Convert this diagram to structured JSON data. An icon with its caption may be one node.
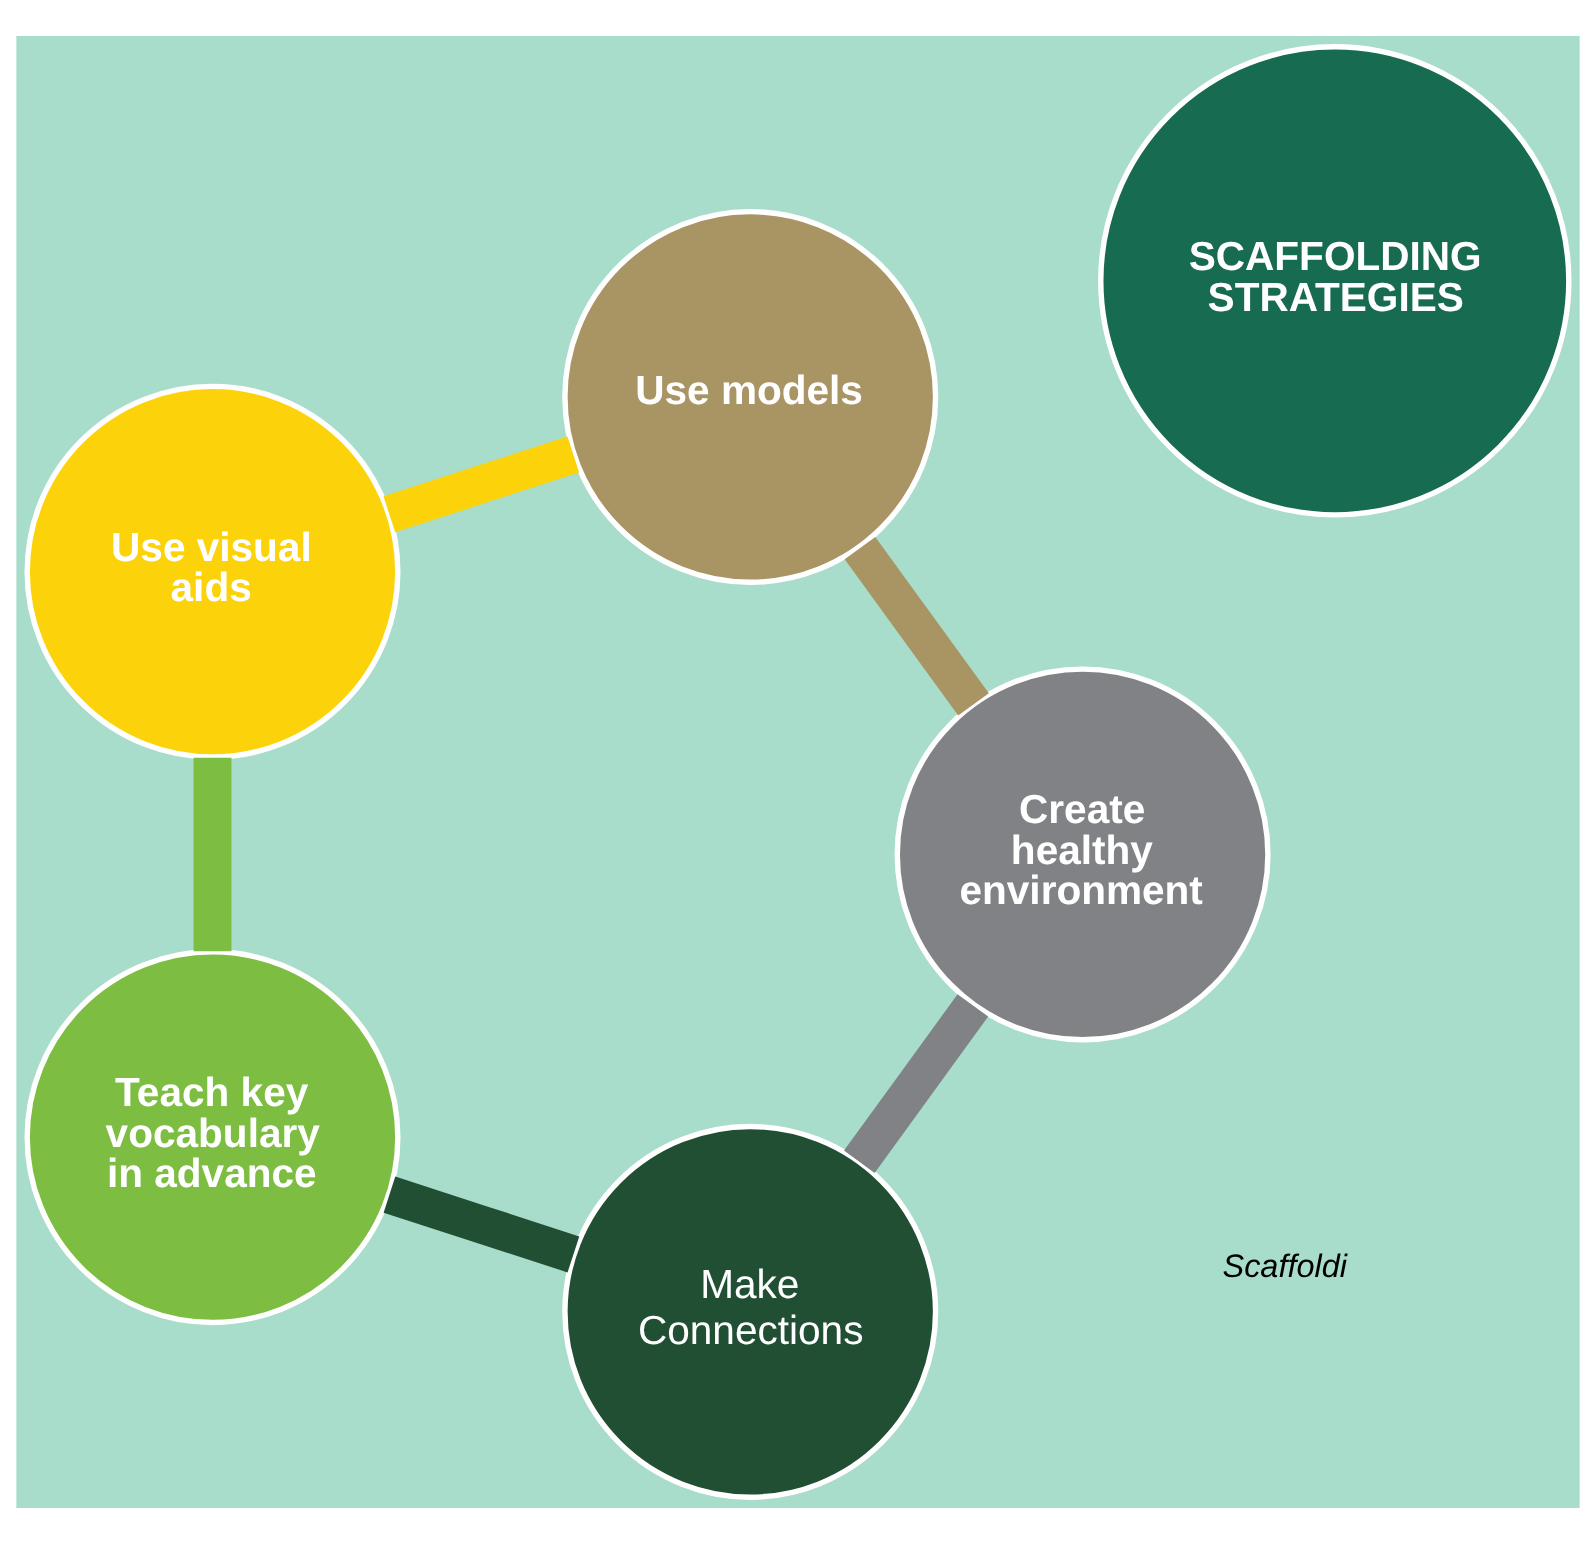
{
  "diagram": {
    "nodes": [
      {
        "text": [
          "SCAFFOLDING STRATEGIES"
        ]
      },
      {
        "text": [
          "Make Connections"
        ]
      },
      {
        "text": [
          "Teach key vocabulary in advance"
        ]
      },
      {
        "text": [
          "Use visual aids"
        ]
      },
      {
        "text": [
          "Use models"
        ]
      },
      {
        "text": [
          "Create healthy environment"
        ]
      }
    ],
    "edges": [
      {
        "from": 1,
        "to": 2,
        "arrow": "none",
        "color": "#214f33"
      },
      {
        "from": 2,
        "to": 3,
        "arrow": "none",
        "color": "#7cbd42"
      },
      {
        "from": 3,
        "to": 4,
        "arrow": "none",
        "color": "#fcd30a"
      },
      {
        "from": 4,
        "to": 5,
        "arrow": "none",
        "color": "#a99564"
      },
      {
        "from": 5,
        "to": 1,
        "arrow": "none",
        "color": "#808285"
      }
    ],
    "labels": [
      "Scaffoldi"
    ]
  }
}
